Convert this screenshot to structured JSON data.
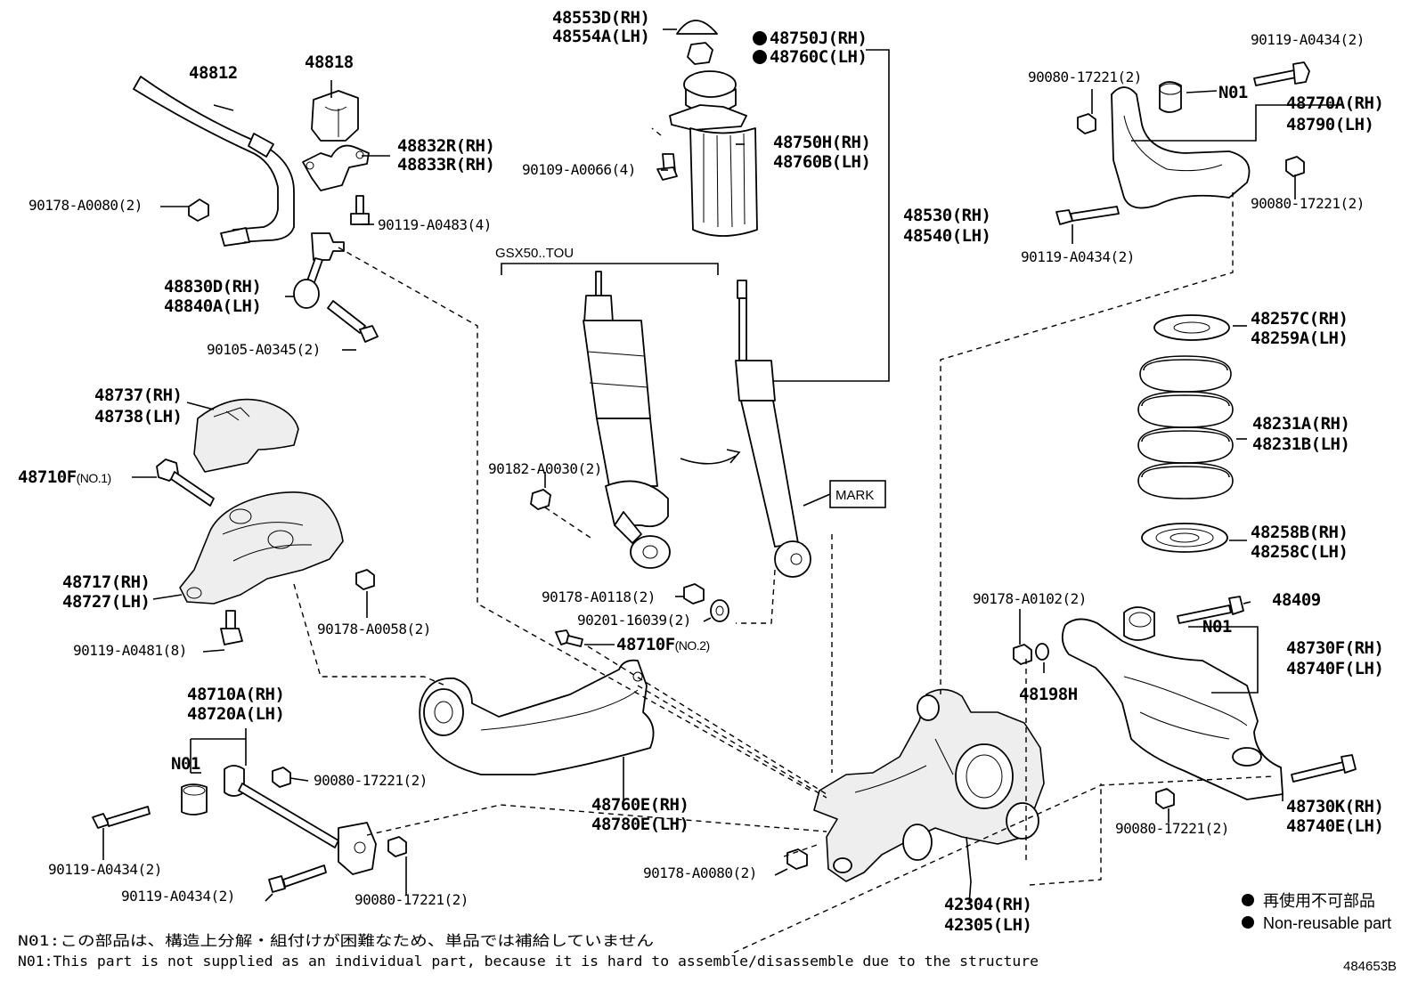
{
  "labels": {
    "p48553d": "48553D(RH)",
    "p48554a": "48554A(LH)",
    "p48750j": "48750J(RH)",
    "p48760c": "48760C(LH)",
    "p48812": "48812",
    "p48818": "48818",
    "p90119_a0434_tr": "90119-A0434(2)",
    "p90080_17221_tl": "90080-17221(2)",
    "n01_top": "N01",
    "p48770a": "48770A(RH)",
    "p48790": "48790(LH)",
    "p48832r": "48832R(RH)",
    "p48833r": "48833R(RH)",
    "p48750h": "48750H(RH)",
    "p48760b": "48760B(LH)",
    "p90109": "90109-A0066(4)",
    "p90080_17221_tr": "90080-17221(2)",
    "p90178_a0080_l": "90178-A0080(2)",
    "p90119_a0483": "90119-A0483(4)",
    "p48530": "48530(RH)",
    "p48540": "48540(LH)",
    "p90119_a0434_rr": "90119-A0434(2)",
    "gsx": "GSX50..TOU",
    "p48830d": "48830D(RH)",
    "p48840a": "48840A(LH)",
    "p48257c": "48257C(RH)",
    "p48259a": "48259A(LH)",
    "p90105": "90105-A0345(2)",
    "p48737": "48737(RH)",
    "p48738": "48738(LH)",
    "p48231a": "48231A(RH)",
    "p48231b": "48231B(LH)",
    "p48710f_1": "48710F",
    "p48710f_1_note": "(NO.1)",
    "p90182": "90182-A0030(2)",
    "mark": "MARK",
    "p48258b": "48258B(RH)",
    "p48258c": "48258C(LH)",
    "p48717": "48717(RH)",
    "p48727": "48727(LH)",
    "p90178_a0118": "90178-A0118(2)",
    "p90178_a0102": "90178-A0102(2)",
    "p48409": "48409",
    "p90201": "90201-16039(2)",
    "n01_right": "N01",
    "p90178_a0058": "90178-A0058(2)",
    "p90119_a0481": "90119-A0481(8)",
    "p48710f_2": "48710F",
    "p48710f_2_note": "(NO.2)",
    "p48730f": "48730F(RH)",
    "p48740f": "48740F(LH)",
    "p48198h": "48198H",
    "p48710a": "48710A(RH)",
    "p48720a": "48720A(LH)",
    "n01_left": "N01",
    "p90080_17221_ml": "90080-17221(2)",
    "p48760e": "48760E(RH)",
    "p48780e": "48780E(LH)",
    "p48730k": "48730K(RH)",
    "p48740e": "48740E(LH)",
    "p90080_17221_br": "90080-17221(2)",
    "p90119_a0434_bl1": "90119-A0434(2)",
    "p90178_a0080_c": "90178-A0080(2)",
    "p90119_a0434_bl2": "90119-A0434(2)",
    "p90080_17221_bl": "90080-17221(2)",
    "p42304": "42304(RH)",
    "p42305": "42305(LH)"
  },
  "legend": {
    "jp": "再使用不可部品",
    "en": "Non-reusable part"
  },
  "notes": {
    "jp": "N01:この部品は、構造上分解・組付けが困難なため、単品では補給していません",
    "en": "N01:This part is not supplied as an individual part, because it is hard to assemble/disassemble due to the structure"
  },
  "diagram_id": "484653B"
}
